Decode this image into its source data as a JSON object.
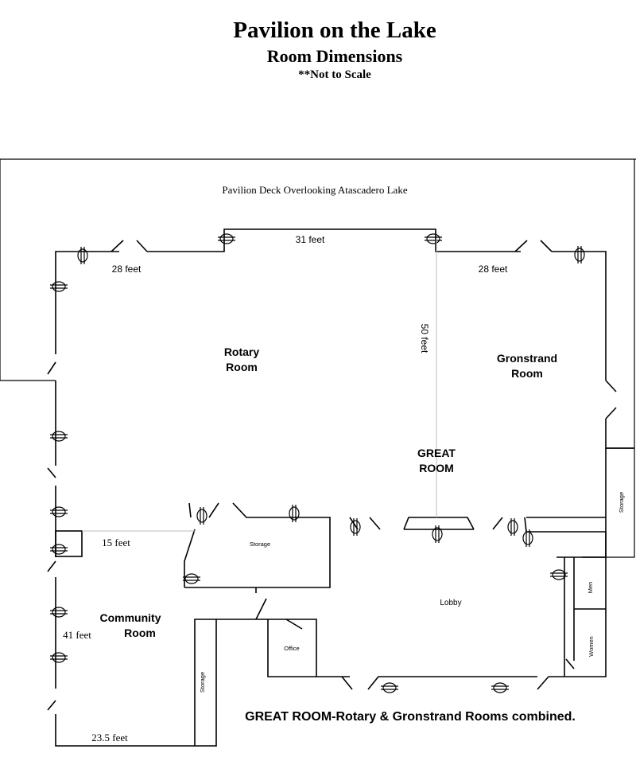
{
  "header": {
    "title": "Pavilion on the Lake",
    "subtitle": "Room Dimensions",
    "note": "**Not to Scale"
  },
  "deck_label": "Pavilion Deck Overlooking Atascadero Lake",
  "dimensions": {
    "top_center": "31 feet",
    "rotary_top": "28 feet",
    "gronstrand_top": "28 feet",
    "depth": "50 feet",
    "community_width": "15 feet",
    "community_depth": "41 feet",
    "bottom": "23.5 feet"
  },
  "rooms": {
    "rotary": [
      "Rotary",
      "Room"
    ],
    "gronstrand": [
      "Gronstrand",
      "Room"
    ],
    "great": [
      "GREAT",
      "ROOM"
    ],
    "community": [
      "Community",
      "Room"
    ]
  },
  "small_labels": {
    "storage_center": "Storage",
    "storage_right": "Storage",
    "storage_left": "Storage",
    "lobby": "Lobby",
    "office": "Office",
    "men": "Men",
    "women": "Women"
  },
  "caption": "GREAT ROOM-Rotary & Gronstrand Rooms combined."
}
